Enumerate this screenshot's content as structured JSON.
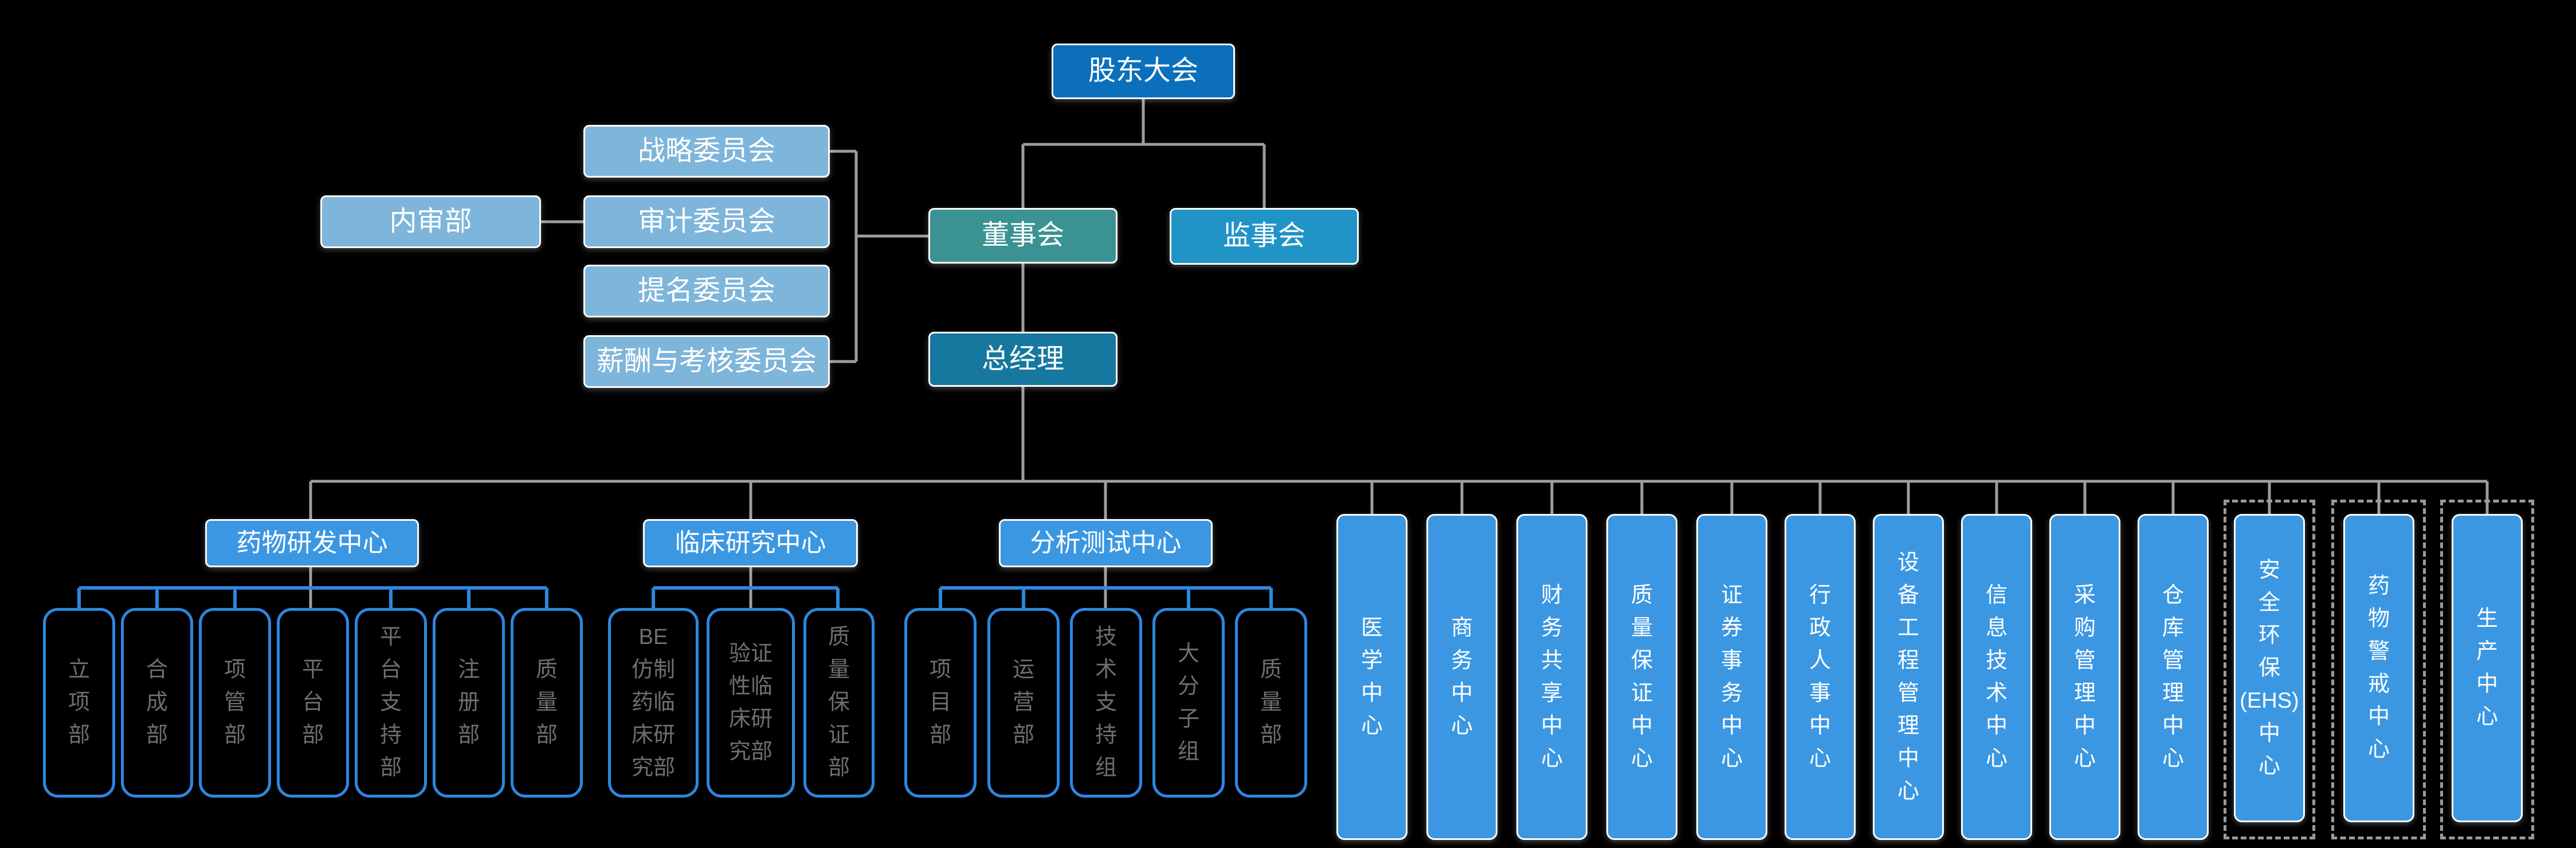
{
  "org_chart": {
    "governance": {
      "shareholders_meeting": "股东大会",
      "board_of_directors": "董事会",
      "supervisory_board": "监事会",
      "general_manager": "总经理"
    },
    "audit_branch": {
      "internal_audit_dept": "内审部",
      "committees": [
        {
          "label": "战略委员会"
        },
        {
          "label": "审计委员会"
        },
        {
          "label": "提名委员会"
        },
        {
          "label": "薪酬与考核委员会"
        }
      ]
    },
    "centers": [
      {
        "name": "药物研发中心",
        "departments": [
          {
            "label": "立\n项\n部"
          },
          {
            "label": "合\n成\n部"
          },
          {
            "label": "项\n管\n部"
          },
          {
            "label": "平\n台\n部"
          },
          {
            "label": "平\n台\n支\n持\n部"
          },
          {
            "label": "注\n册\n部"
          },
          {
            "label": "质\n量\n部"
          }
        ]
      },
      {
        "name": "临床研究中心",
        "departments": [
          {
            "label": "BE\n仿制\n药临\n床研\n究部"
          },
          {
            "label": "验证\n性临\n床研\n究部"
          },
          {
            "label": "质\n量\n保\n证\n部"
          }
        ]
      },
      {
        "name": "分析测试中心",
        "departments": [
          {
            "label": "项\n目\n部"
          },
          {
            "label": "运\n营\n部"
          },
          {
            "label": "技\n术\n支\n持\n组"
          },
          {
            "label": "大\n分\n子\n组"
          },
          {
            "label": "质\n量\n部"
          }
        ]
      }
    ],
    "function_centers": [
      {
        "label": "医\n学\n中\n心"
      },
      {
        "label": "商\n务\n中\n心"
      },
      {
        "label": "财\n务\n共\n享\n中\n心"
      },
      {
        "label": "质\n量\n保\n证\n中\n心"
      },
      {
        "label": "证\n券\n事\n务\n中\n心"
      },
      {
        "label": "行\n政\n人\n事\n中\n心"
      },
      {
        "label": "设\n备\n工\n程\n管\n理\n中\n心"
      },
      {
        "label": "信\n息\n技\n术\n中\n心"
      },
      {
        "label": "采\n购\n管\n理\n中\n心"
      },
      {
        "label": "仓\n库\n管\n理\n中\n心"
      }
    ],
    "dashed_centers": [
      {
        "label": "安\n全\n环\n保\n(EHS)\n中\n心"
      },
      {
        "label": "药\n物\n警\n戒\n中\n心"
      },
      {
        "label": "生\n产\n中\n心"
      }
    ]
  },
  "colors": {
    "background": "#000000",
    "shareholders_blue": "#0b6fbc",
    "board_teal": "#3a9392",
    "supervisory_blue": "#2094c6",
    "general_manager_blue": "#16789e",
    "committee_light_blue": "#7eb5da",
    "center_blue": "#3b97e2",
    "department_outline_blue": "#2e86e0",
    "department_text_gray": "#6f6f6f",
    "connector_gray": "#9e9e9e",
    "dashed_border_gray": "#9a9a9a"
  }
}
